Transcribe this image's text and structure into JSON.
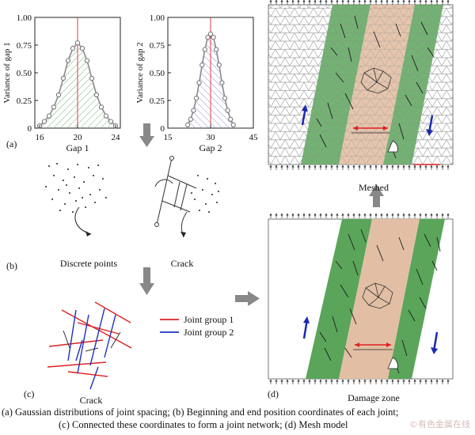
{
  "charts": [
    {
      "panel": "gap1",
      "type": "line",
      "ylabel": "Variance of gap 1",
      "xlabel": "Gap 1",
      "x_ticks": [
        "16",
        "20",
        "24"
      ],
      "y_ticks": [
        "0",
        "0.25",
        "0.50",
        "0.75",
        "1.00"
      ],
      "xlim": [
        15.5,
        24.5
      ],
      "ylim": [
        0,
        1
      ],
      "mean": 20,
      "color": "#7fb77f",
      "x": [
        16.0,
        16.5,
        17.0,
        17.5,
        18.0,
        18.5,
        19.0,
        19.5,
        20.0,
        20.5,
        21.0,
        21.5,
        22.0,
        22.5,
        23.0,
        23.5,
        24.0
      ],
      "values": [
        0.02,
        0.06,
        0.11,
        0.19,
        0.3,
        0.45,
        0.61,
        0.72,
        0.77,
        0.72,
        0.61,
        0.45,
        0.3,
        0.19,
        0.11,
        0.06,
        0.02
      ]
    },
    {
      "panel": "gap2",
      "type": "line",
      "ylabel": "Variance of gap 2",
      "xlabel": "Gap 2",
      "x_ticks": [
        "15",
        "30",
        "45"
      ],
      "y_ticks": [
        "0",
        "0.25",
        "0.50",
        "0.75",
        "1.00"
      ],
      "xlim": [
        15,
        45
      ],
      "ylim": [
        0,
        1
      ],
      "mean": 30,
      "color": "#9b8fd0",
      "x": [
        22.0,
        23.0,
        24.0,
        25.0,
        26.0,
        27.0,
        28.0,
        29.0,
        30.0,
        31.0,
        32.0,
        33.0,
        34.0,
        35.0,
        36.0,
        37.0,
        38.0
      ],
      "values": [
        0.03,
        0.08,
        0.16,
        0.27,
        0.41,
        0.57,
        0.71,
        0.82,
        0.85,
        0.82,
        0.71,
        0.57,
        0.41,
        0.27,
        0.16,
        0.08,
        0.03
      ]
    }
  ],
  "labels": {
    "a": "(a)",
    "b": "(b)",
    "c": "(c)",
    "d": "(d)",
    "discrete_points": "Discrete points",
    "crack_b": "Crack",
    "crack_c": "Crack",
    "meshed": "Meshed",
    "damage_zone": "Damage zone",
    "legend_group1": "Joint group 1",
    "legend_group2": "Joint group 2"
  },
  "colors": {
    "green_zone": "#5aa55a",
    "damage_zone": "#e2bfa4",
    "joint_group1": "#e02020",
    "joint_group2": "#2030c0",
    "arrow_gray": "#888888"
  },
  "caption": {
    "line1": "(a) Gaussian distributions of joint spacing; (b) Beginning and end position coordinates of each joint;",
    "line2": "(c) Connected these coordinates to form a joint network; (d) Mesh model"
  },
  "watermark": "©有色金属在线"
}
